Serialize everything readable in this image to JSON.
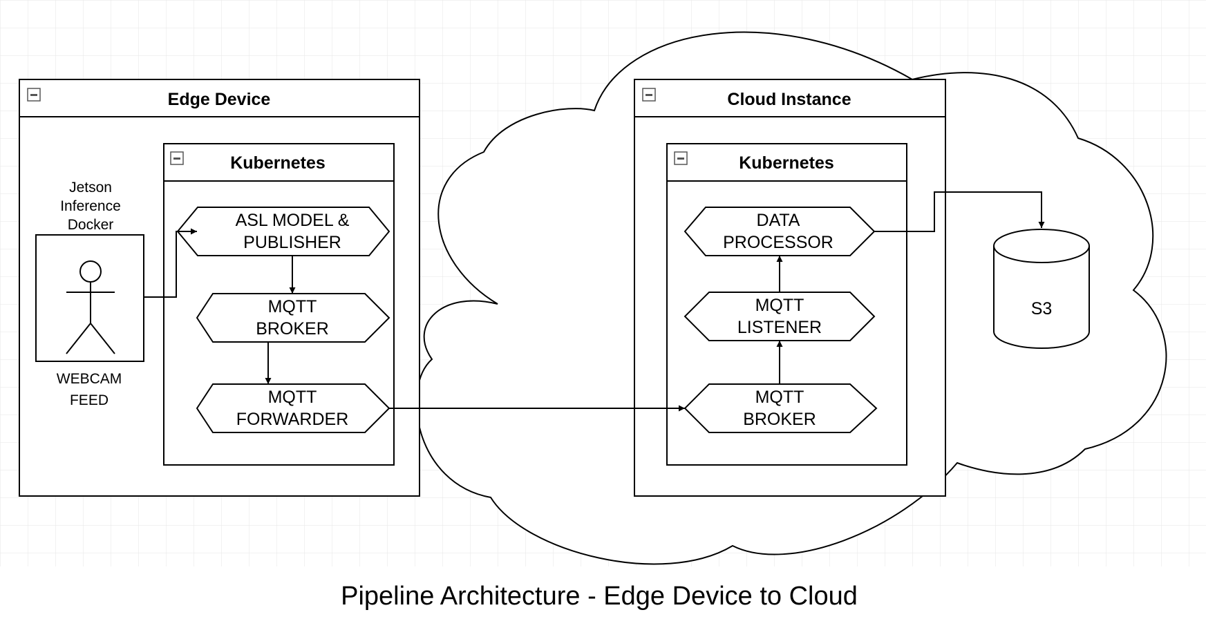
{
  "edge_device": {
    "title": "Edge Device",
    "kubernetes": {
      "title": "Kubernetes",
      "nodes": {
        "asl_model": [
          "ASL MODEL &",
          "PUBLISHER"
        ],
        "mqtt_broker": [
          "MQTT",
          "BROKER"
        ],
        "mqtt_forwarder": [
          "MQTT",
          "FORWARDER"
        ]
      }
    },
    "actor": {
      "top_label": [
        "Jetson",
        "Inference",
        "Docker"
      ],
      "bottom_label": [
        "WEBCAM",
        "FEED"
      ]
    }
  },
  "cloud_instance": {
    "title": "Cloud Instance",
    "kubernetes": {
      "title": "Kubernetes",
      "nodes": {
        "data_processor": [
          "DATA",
          "PROCESSOR"
        ],
        "mqtt_listener": [
          "MQTT",
          "LISTENER"
        ],
        "mqtt_broker": [
          "MQTT",
          "BROKER"
        ]
      }
    }
  },
  "storage": {
    "label": "S3"
  },
  "caption": "Pipeline Architecture - Edge Device to Cloud",
  "colors": {
    "stroke": "#000000",
    "grid": "#e6e6e6",
    "background": "#ffffff"
  },
  "icons": [
    "collapse-icon",
    "actor-icon",
    "cylinder-icon",
    "cloud-shape"
  ]
}
